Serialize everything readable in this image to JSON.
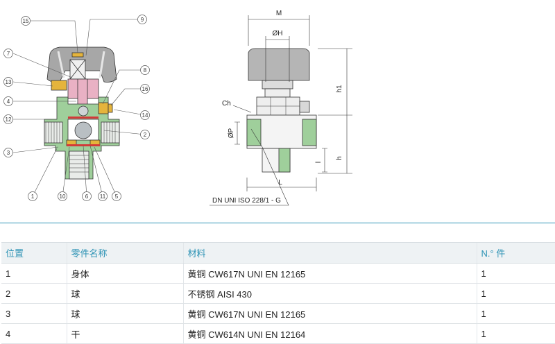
{
  "callouts": [
    "1",
    "2",
    "3",
    "4",
    "5",
    "6",
    "7",
    "8",
    "9",
    "10",
    "11",
    "12",
    "13",
    "14",
    "15",
    "16"
  ],
  "dimensions": {
    "M": "M",
    "OH": "ØH",
    "h1": "h1",
    "Ch": "Ch",
    "OP": "ØP",
    "l": "l",
    "h": "h",
    "L": "L",
    "thread_note": "DN UNI ISO 228/1 - G"
  },
  "colors": {
    "accent": "#2d93b5",
    "body_green": "#9fcf9b",
    "stem_pink": "#e9b1c4",
    "brass": "#e5b43c",
    "knob_grey": "#a7a7a7"
  },
  "table": {
    "headers": [
      "位置",
      "零件名称",
      "材料",
      "N.° 件"
    ],
    "rows": [
      [
        "1",
        "身体",
        "黄铜 CW617N UNI EN 12165",
        "1"
      ],
      [
        "2",
        "球",
        "不锈钢 AISI 430",
        "1"
      ],
      [
        "3",
        "球",
        "黄铜 CW617N UNI EN 12165",
        "1"
      ],
      [
        "4",
        "干",
        "黄铜 CW614N UNI EN 12164",
        "1"
      ]
    ]
  }
}
